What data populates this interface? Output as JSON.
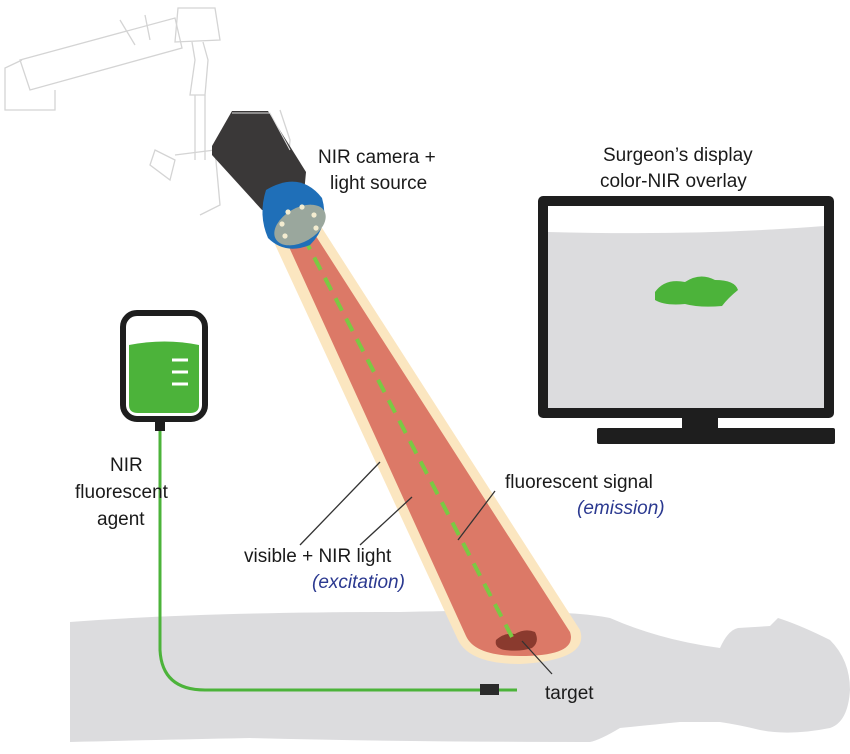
{
  "labels": {
    "camera_line1": "NIR camera +",
    "camera_line2": "light source",
    "display_line1": "Surgeon’s display",
    "display_line2": "color-NIR overlay",
    "agent_line1": "NIR",
    "agent_line2": "fluorescent",
    "agent_line3": "agent",
    "excitation_line1": "visible + NIR light",
    "excitation_line2": "(excitation)",
    "emission_line1": "fluorescent signal",
    "emission_line2": "(emission)",
    "target": "target"
  },
  "colors": {
    "fluorescence_green": "#4cb33a",
    "beam_red": "#d9705f",
    "beam_glow": "#fbe6c0",
    "lens_blue": "#1f6fb8",
    "camera_body": "#3a3838",
    "body_gray": "#dcdcde",
    "annotation_blue": "#2b3990"
  }
}
